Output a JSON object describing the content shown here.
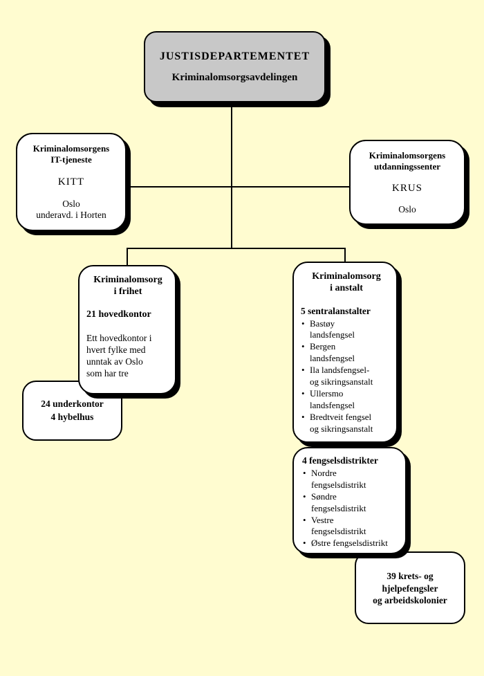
{
  "colors": {
    "background": "#FFFCD0",
    "top_box_fill": "#C8C8C8",
    "box_fill": "#FFFFFF",
    "border": "#000000"
  },
  "org_chart": {
    "top_box": {
      "title": "JUSTISDEPARTEMENTET",
      "subtitle": "Kriminalomsorgsavdelingen"
    },
    "kitt_box": {
      "title": "Kriminalomsorgens\nIT-tjeneste",
      "abbr": "KITT",
      "location": "Oslo\nunderavd. i Horten"
    },
    "krus_box": {
      "title": "Kriminalomsorgens\nutdanningssenter",
      "abbr": "KRUS",
      "location": "Oslo"
    },
    "frihet_box": {
      "title": "Kriminalomsorg\ni frihet",
      "subtitle": "21 hovedkontor",
      "body": "Ett hovedkontor i\nhvert fylke med\nunntak av Oslo\nsom har tre"
    },
    "underkontor_box": {
      "text": "24 underkontor\n4 hybelhus"
    },
    "anstalt_box": {
      "title": "Kriminalomsorg\ni anstalt",
      "subtitle": "5 sentralanstalter",
      "items": [
        "Bastøy\nlandsfengsel",
        "Bergen\nlandsfengsel",
        "Ila landsfengsel-\nog sikringsanstalt",
        "Ullersmo\nlandsfengsel",
        "Bredtveit fengsel\nog sikringsanstalt"
      ]
    },
    "distrikter_box": {
      "subtitle": "4 fengselsdistrikter",
      "items": [
        "Nordre\nfengselsdistrikt",
        "Søndre\nfengselsdistrikt",
        "Vestre\nfengselsdistrikt",
        "Østre fengselsdistrikt"
      ]
    },
    "krets_box": {
      "text": "39 krets- og\nhjelpefengsler\nog arbeidskolonier"
    }
  }
}
